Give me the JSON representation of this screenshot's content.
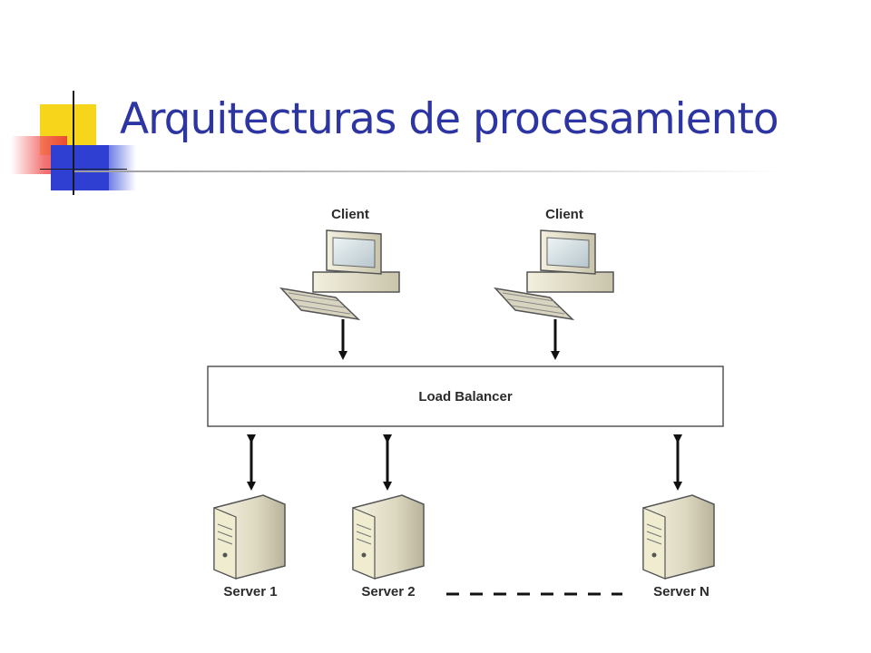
{
  "slide": {
    "title": "Arquitecturas de procesamiento"
  },
  "diagram": {
    "clients": [
      {
        "label": "Client"
      },
      {
        "label": "Client"
      }
    ],
    "load_balancer": {
      "label": "Load Balancer"
    },
    "servers": [
      {
        "label": "Server 1"
      },
      {
        "label": "Server 2"
      },
      {
        "label": "Server N"
      }
    ]
  },
  "colors": {
    "title": "#2d35a3",
    "accent_yellow": "#f7d51b",
    "accent_red": "#e63434",
    "accent_blue": "#2e3fd1"
  }
}
